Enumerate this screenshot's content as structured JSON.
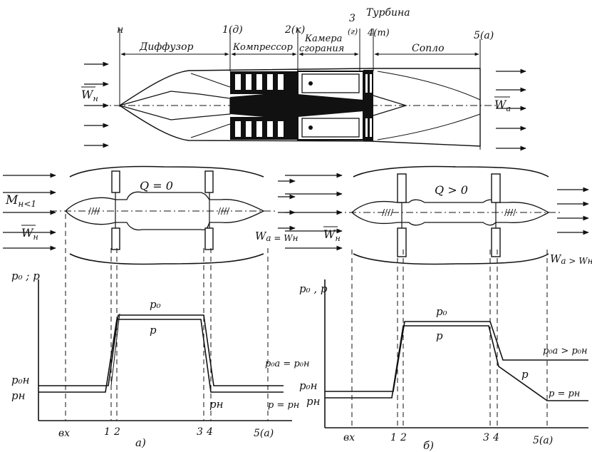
{
  "top": {
    "station_labels": {
      "h": "н",
      "s1": "1(д)",
      "s2": "2(к)",
      "s3": "3",
      "s3b": "(г)",
      "s4": "4(т)",
      "s5": "5(а)"
    },
    "section_labels": {
      "diffuser": "Диффузор",
      "compressor": "Компрессор",
      "chamber_1": "Камера",
      "chamber_2": "сгорания",
      "turbine": "Турбина",
      "nozzle": "Сопло"
    },
    "inlet_velocity": "W",
    "inlet_velocity_sub": "н",
    "exit_velocity": "W",
    "exit_velocity_sub": "a"
  },
  "left": {
    "heat": "Q = 0",
    "mach": "M",
    "mach_rest": "н<1",
    "inlet_w": "W",
    "inlet_w_sub": "н",
    "exit_rel": "W",
    "exit_rel_rest": "a = Wн",
    "y_axis": "p₀ ; p",
    "curve_p0": "p₀",
    "curve_p": "p",
    "level_p0h": "p₀н",
    "level_ph": "pн",
    "after_turbine": "pн",
    "exit_p0": "p₀a = p₀н",
    "exit_p": "p = pн",
    "x_ticks": [
      "вх",
      "1",
      "2",
      "3",
      "4",
      "5(а)"
    ],
    "caption": "а)"
  },
  "right": {
    "heat": "Q > 0",
    "inlet_w": "W",
    "inlet_w_sub": "н",
    "exit_rel": "W",
    "exit_rel_rest": "a > Wн",
    "y_axis": "p₀ , p",
    "curve_p0": "p₀",
    "curve_p": "p",
    "level_p0h": "p₀н",
    "level_ph": "pн",
    "after_turbine": "p",
    "exit_p0": "p₀a > p₀н",
    "exit_p": "p = pн",
    "x_ticks": [
      "вх",
      "1",
      "2",
      "3",
      "4",
      "5(а)"
    ],
    "caption": "б)"
  }
}
